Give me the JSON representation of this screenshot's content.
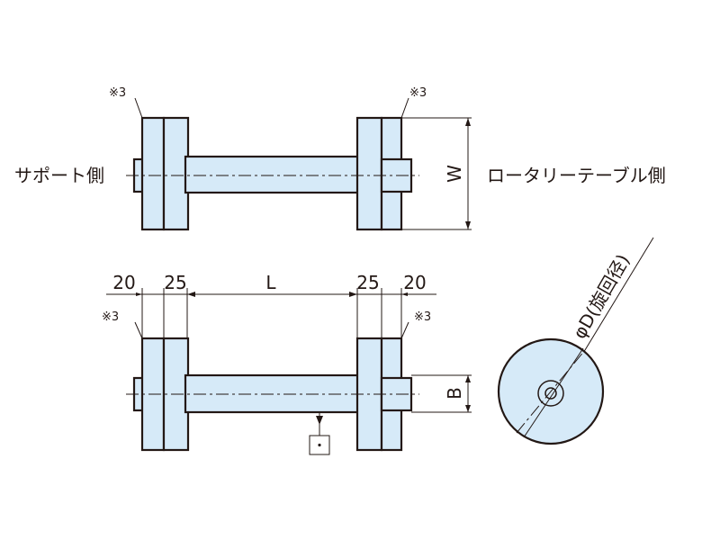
{
  "labels": {
    "support_side": "サポート側",
    "rotary_side": "ロータリーテーブル側",
    "note_mark": "※3",
    "width_symbol": "W",
    "bore_symbol": "B",
    "length_symbol": "L",
    "support_plate_thickness": "20",
    "support_flange_thickness": "25",
    "rotary_flange_thickness": "25",
    "rotary_plate_thickness": "20",
    "swing_diameter": "φD(旋回径)"
  },
  "colors": {
    "part_fill": "#d6eaf8",
    "line": "#231815"
  }
}
